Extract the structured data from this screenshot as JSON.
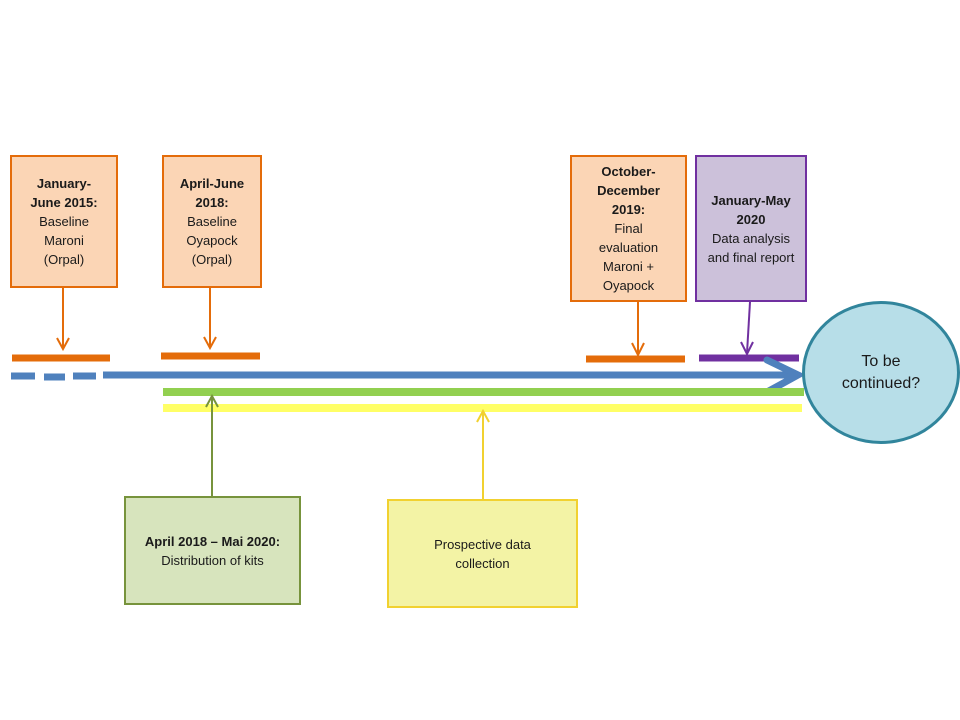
{
  "boxes": {
    "baseline_maroni": {
      "title": "January-June 2015:",
      "lines": [
        "Baseline",
        "Maroni",
        "(Orpal)"
      ]
    },
    "baseline_oyapock": {
      "title": "April-June 2018:",
      "lines": [
        "Baseline",
        "Oyapock",
        "(Orpal)"
      ]
    },
    "final_evaluation": {
      "title": "October-December 2019:",
      "lines": [
        "Final evaluation",
        "Maroni +",
        "Oyapock"
      ]
    },
    "data_analysis": {
      "title": "January-May 2020",
      "lines": [
        "Data analysis and final report"
      ]
    },
    "distribution": {
      "title": "April 2018 – Mai 2020:",
      "lines": [
        "Distribution of kits"
      ]
    },
    "prospective": {
      "title": "",
      "lines": [
        "Prospective data collection"
      ]
    }
  },
  "end_circle": {
    "label": "To be continued?"
  },
  "colors": {
    "orange": "#e46c0a",
    "orange_fill": "#fbd5b5",
    "purple": "#7030a0",
    "purple_fill": "#ccc1da",
    "green": "#77933c",
    "green_fill": "#d7e4bd",
    "yellow": "#f1d130",
    "yellow_fill": "#f3f3a5",
    "blue": "#4f81bd",
    "light_green_bar": "#92d050",
    "light_yellow_bar": "#ffff66",
    "circle_fill": "#b7dee8",
    "circle_border": "#31859c"
  }
}
